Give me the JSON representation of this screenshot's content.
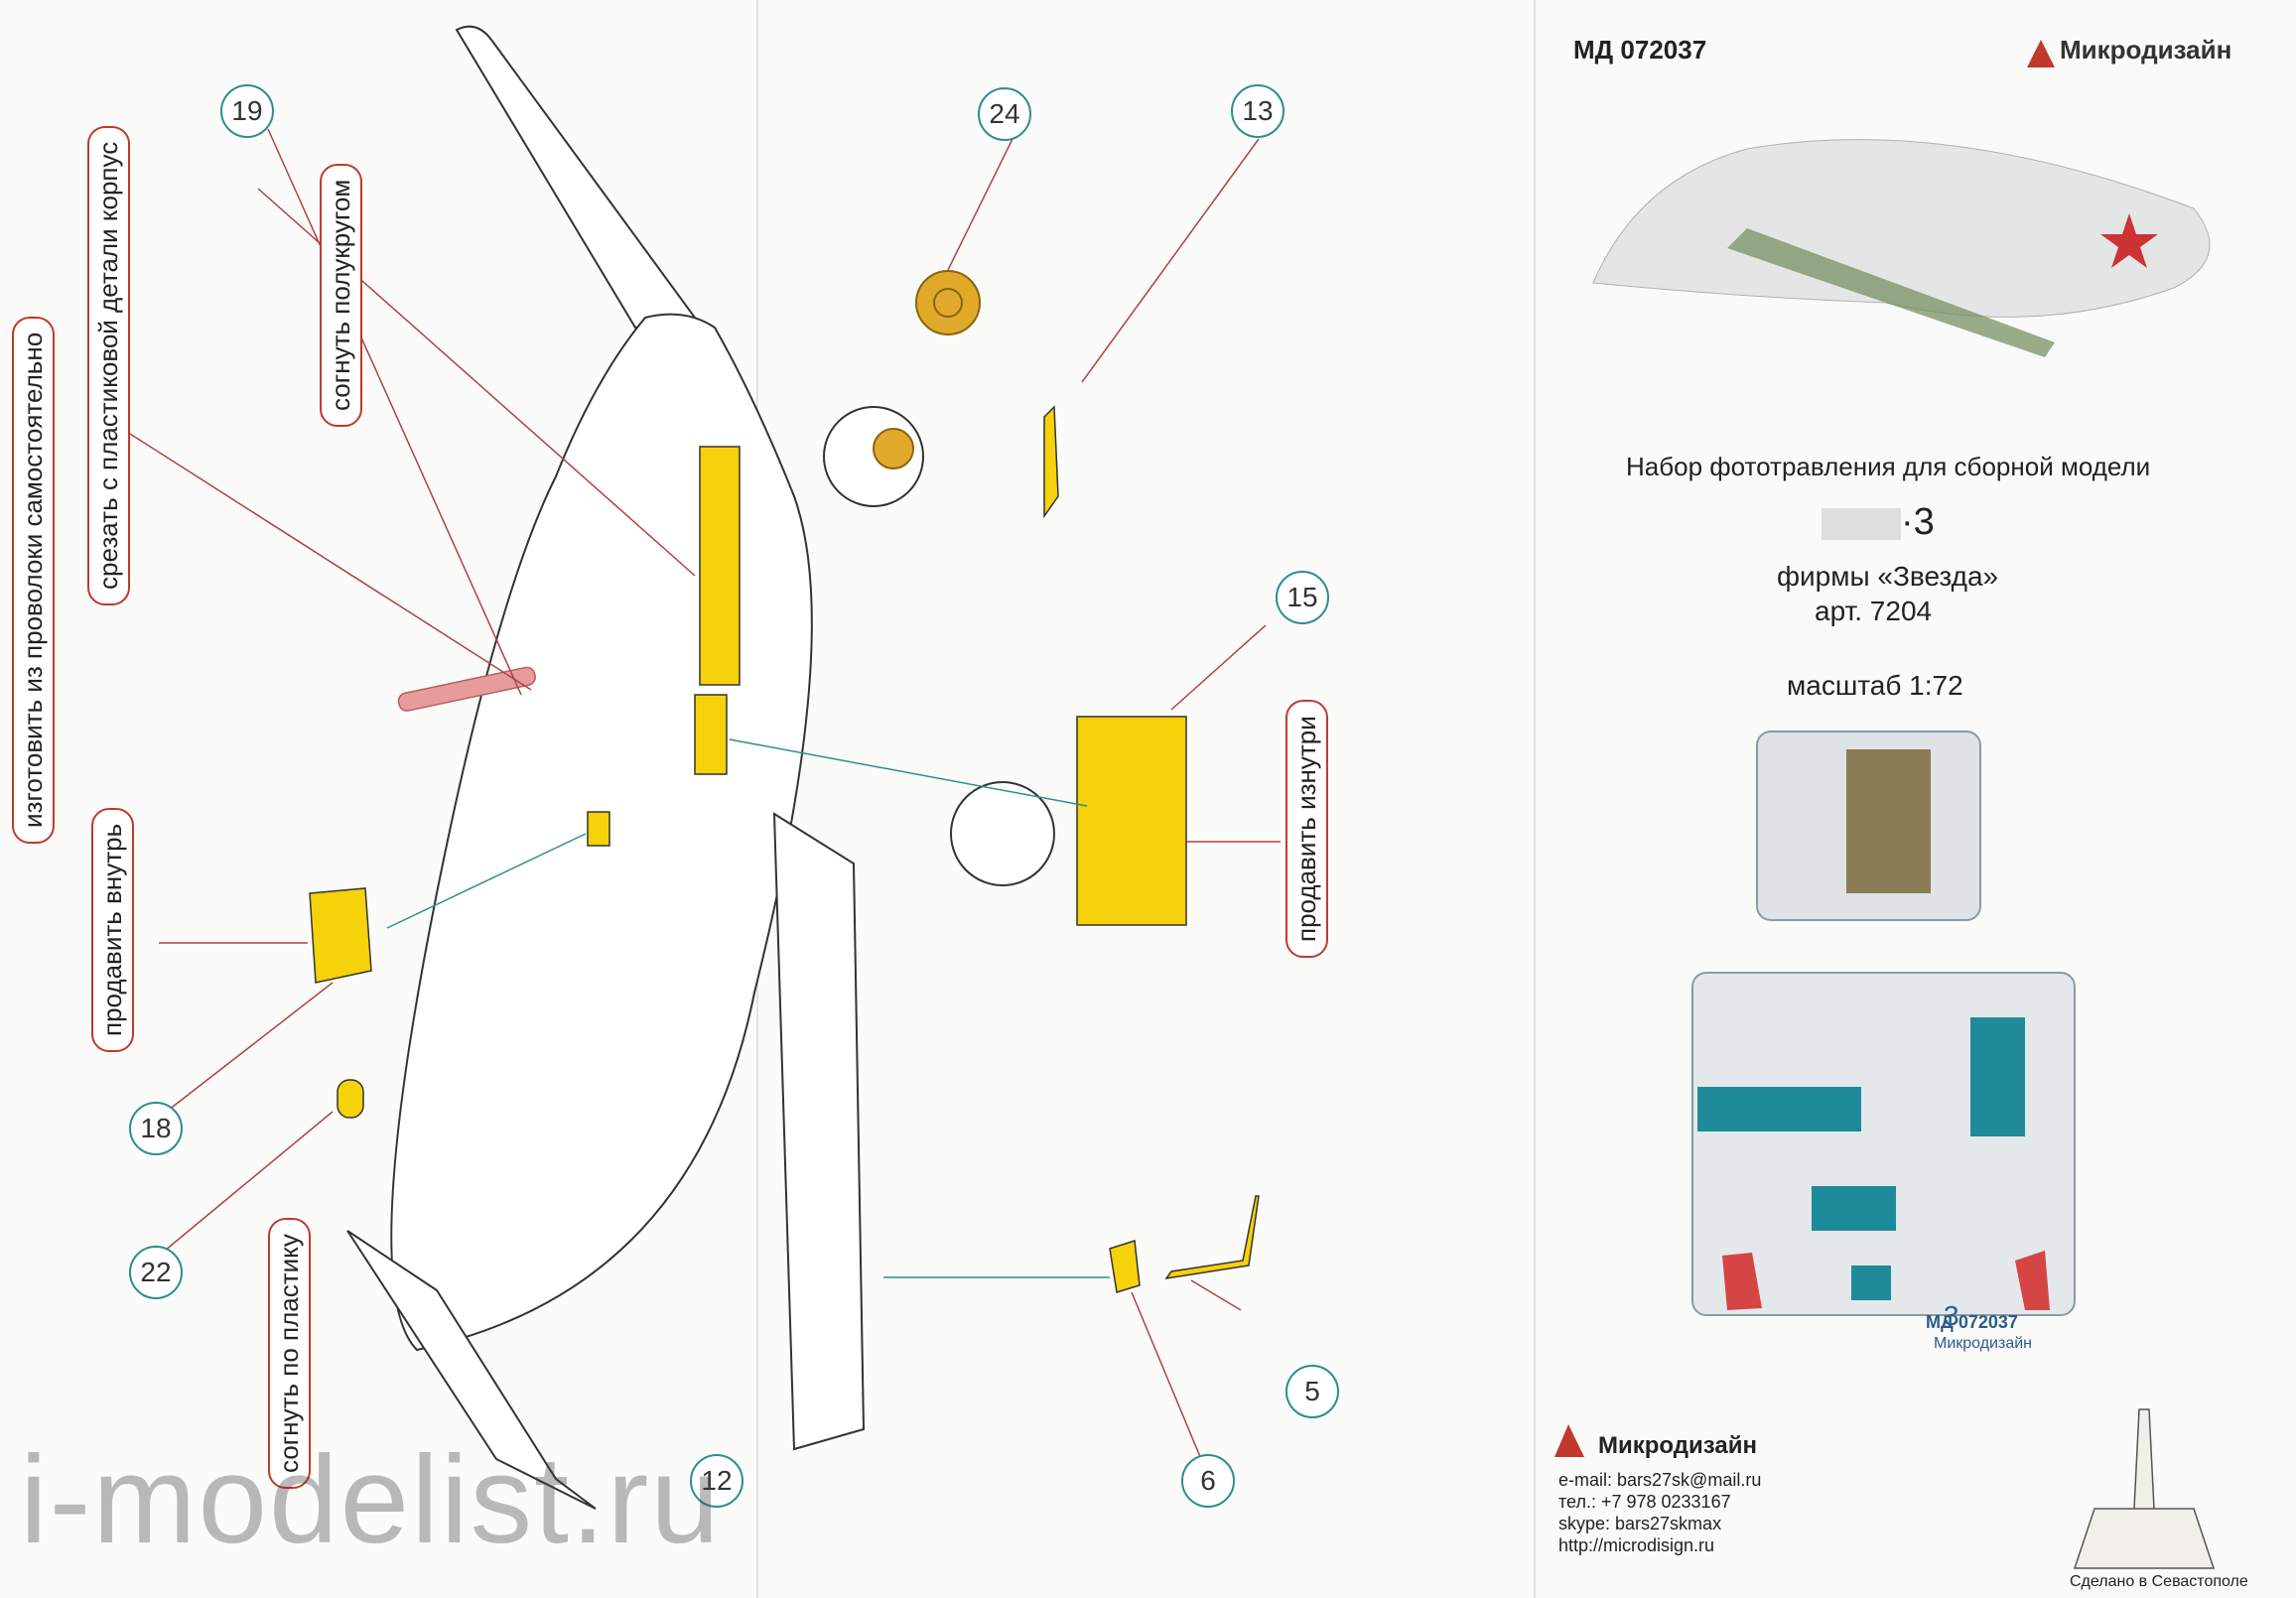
{
  "header": {
    "code": "МД 072037",
    "brand": "Микродизайн"
  },
  "description": {
    "line1": "Набор фототравления для сборной модели",
    "model": "·3",
    "line3": "фирмы «Звезда»",
    "line4": "арт. 7204",
    "scale": "масштаб 1:72"
  },
  "instructions": {
    "make_from_wire": "изготовить из проволоки самостоятельно",
    "cut_from_plastic": "срезать с пластиковой детали корпус",
    "bend_semicircle": "согнуть полукругом",
    "push_inside": "продавить внутрь",
    "push_from_inside": "продавить изнутри",
    "bend_on_plate": "согнуть по пластику"
  },
  "callouts": [
    "19",
    "24",
    "13",
    "15",
    "18",
    "22",
    "12",
    "6",
    "5"
  ],
  "sheet_labels": {
    "code": "МД 072037",
    "brand": "Микродизайн",
    "model": "3"
  },
  "footer": {
    "brand": "Микродизайн",
    "email": "e-mail: bars27sk@mail.ru",
    "phone": "тел.: +7 978 0233167",
    "skype": "skype: bars27skmax",
    "url": "http://microdisign.ru",
    "made_in": "Сделано в Севастополе"
  },
  "watermark": "i-modelist.ru",
  "colors": {
    "accent_red": "#c0392b",
    "callout_teal": "#2a8f8a",
    "part_yellow": "#f5d20a",
    "sheet_teal": "#1f8a9a"
  }
}
